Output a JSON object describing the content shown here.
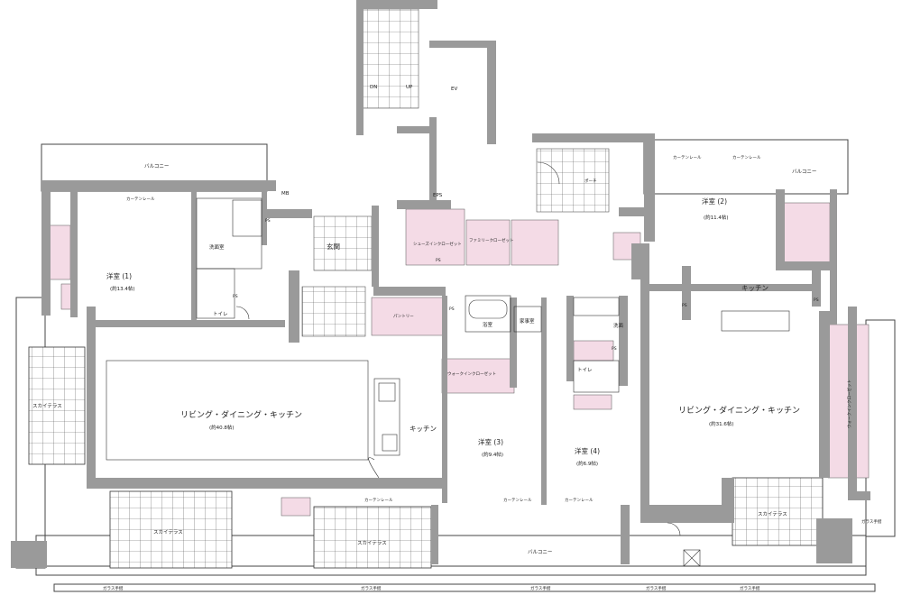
{
  "colors": {
    "wall": "#9a9a9a",
    "storage": "#f4dbe6",
    "balcony_outline": "#444444",
    "tile_line": "#555555"
  },
  "core": {
    "dn": "DN",
    "up": "UP",
    "ev": "EV",
    "mb": "MB",
    "eps": "EPS"
  },
  "balcony_top_left": "バルコニー",
  "balcony_top_right": "バルコニー",
  "balcony_bottom": "バルコニー",
  "rooms": {
    "western1": {
      "name": "洋室 (1)",
      "size": "(約13.4帖)"
    },
    "western2": {
      "name": "洋室 (2)",
      "size": "(約11.4帖)"
    },
    "western3": {
      "name": "洋室 (3)",
      "size": "(約9.4帖)"
    },
    "western4": {
      "name": "洋室 (4)",
      "size": "(約6.9帖)"
    },
    "ldk_left": {
      "name": "リビング・ダイニング・キッチン",
      "size": "(約40.8帖)"
    },
    "ldk_right": {
      "name": "リビング・ダイニング・キッチン",
      "size": "(約31.6帖)"
    },
    "kitchen_left": "キッチン",
    "kitchen_right": "キッチン",
    "entrance": "玄関",
    "powder_left": "洗面室",
    "toilet_left": "トイレ",
    "toilet_mid": "トイレ",
    "bath": "浴室",
    "laundry": "家事室",
    "washroom_mid": "洗面",
    "pantry": "パントリー",
    "porch": "ポーチ"
  },
  "terraces": {
    "left": "スカイテラス",
    "bottom_left": "スカイテラス",
    "bottom_mid": "スカイテラス",
    "right": "スカイテラス"
  },
  "storage_labels": {
    "wic_mid": "ウォークインクローゼット",
    "wic_right": "ウォークインクローゼット",
    "family_closet": "ファミリークローゼット",
    "shoes_in_closet": "シューズインクローゼット"
  },
  "small_labels": {
    "curtain_rail": "カーテンレール",
    "ps": "PS",
    "glass_rail": "ガラス手摺"
  }
}
